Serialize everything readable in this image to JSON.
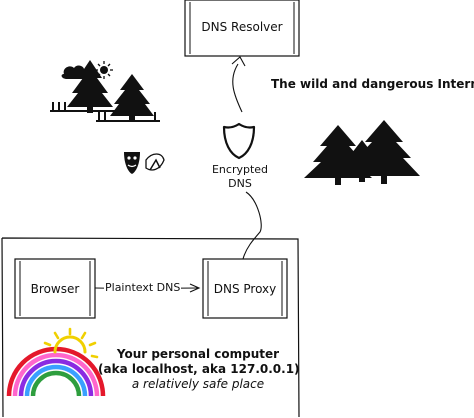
{
  "nodes": {
    "dns_resolver": "DNS Resolver",
    "browser": "Browser",
    "dns_proxy": "DNS Proxy"
  },
  "edges": {
    "plaintext": "Plaintext DNS",
    "encrypted_line1": "Encrypted",
    "encrypted_line2": "DNS"
  },
  "zones": {
    "internet_title": "The wild and dangerous Internet",
    "pc_title_line1": "Your personal computer",
    "pc_title_line2": "(aka localhost, aka 127.0.0.1)",
    "pc_subtitle": "a relatively safe place"
  },
  "icons": {
    "shield": "shield-icon",
    "trees_small": "forest-icon",
    "trees_large": "forest-icon",
    "sun_cloud": "sun-cloud-icon",
    "masks": "theater-masks-icon",
    "rainbow": "rainbow-icon",
    "sun": "sun-icon"
  },
  "colors": {
    "rainbow": [
      "#e4182b",
      "#ff66cc",
      "#8a2be2",
      "#3aa0ff",
      "#2e9e3e"
    ],
    "sun": "#f0d000"
  }
}
